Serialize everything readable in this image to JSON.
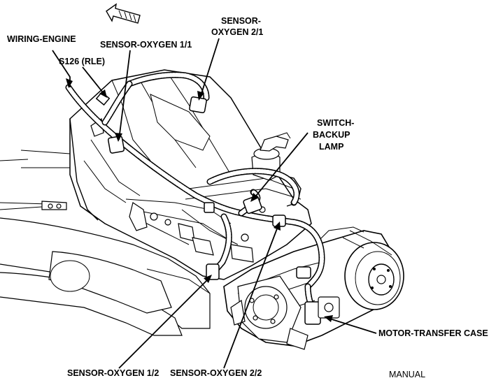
{
  "labels": {
    "wiring_engine": "WIRING-ENGINE",
    "s126": "S126 (RLE)",
    "sensor_o2_11": "SENSOR-OXYGEN 1/1",
    "sensor_o2_21_line1": "SENSOR-",
    "sensor_o2_21_line2": "OXYGEN 2/1",
    "switch_line1": "SWITCH-",
    "switch_line2": "BACKUP",
    "switch_line3": "LAMP",
    "motor_transfer_case": "MOTOR-TRANSFER CASE",
    "sensor_o2_12": "SENSOR-OXYGEN 1/2",
    "sensor_o2_22": "SENSOR-OXYGEN 2/2",
    "manual": "MANUAL"
  },
  "icons": {
    "front_arrow": "front-direction-arrow-icon"
  }
}
